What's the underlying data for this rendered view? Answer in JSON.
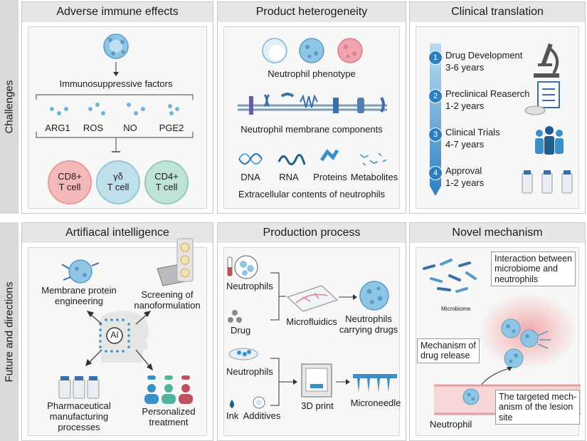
{
  "rows": {
    "challenges": "Challenges",
    "future": "Future and directions"
  },
  "adverse": {
    "title": "Adverse immune effects",
    "factors": "Immunosuppressive factors",
    "arg1": "ARG1",
    "ros": "ROS",
    "no": "NO",
    "pge2": "PGE2",
    "cd8_l1": "CD8+",
    "cd8_l2": "T cell",
    "gd_l1": "γδ",
    "gd_l2": "T cell",
    "cd4_l1": "CD4+",
    "cd4_l2": "T cell"
  },
  "hetero": {
    "title": "Product heterogeneity",
    "phenotype": "Neutrophil phenotype",
    "membrane": "Neutrophil membrane components",
    "dna": "DNA",
    "rna": "RNA",
    "proteins": "Proteins",
    "metabolites": "Metabolites",
    "extracellular": "Extracellular contents of neutrophils"
  },
  "clinical": {
    "title": "Clinical translation",
    "steps": [
      {
        "num": "1",
        "name": "Drug Development",
        "years": "3-6 years"
      },
      {
        "num": "2",
        "name": "Preclinical Reaserch",
        "years": "1-2 years"
      },
      {
        "num": "3",
        "name": "Clinical Trials",
        "years": "4-7 years"
      },
      {
        "num": "4",
        "name": "Approval",
        "years": "1-2 years"
      }
    ]
  },
  "ai": {
    "title": "Artifiacal intelligence",
    "membrane_l1": "Membrane protein",
    "membrane_l2": "engineering",
    "screening_l1": "Screening of",
    "screening_l2": "nanoformulation",
    "center": "AI",
    "pharma_l1": "Pharmaceutical",
    "pharma_l2": "manufacturing",
    "pharma_l3": "processes",
    "personal_l1": "Personalized",
    "personal_l2": "treatment"
  },
  "production": {
    "title": "Production process",
    "neutrophils_top": "Neutrophils",
    "drug": "Drug",
    "microfluidics": "Microfluidics",
    "carrying_l1": "Neutrophils",
    "carrying_l2": "carrying drugs",
    "neutrophils_bottom": "Neutrophils",
    "ink": "Ink",
    "additives": "Additives",
    "print": "3D print",
    "microneedle": "Microneedle"
  },
  "novel": {
    "title": "Novel  mechanism",
    "interaction_l1": "Interaction between",
    "interaction_l2": "microbiome and",
    "interaction_l3": "neutrophils",
    "microbiome": "Microbiome",
    "release_l1": "Mechanism of",
    "release_l2": "drug release",
    "targeted_l1": "The targeted mech-",
    "targeted_l2": "anism of the lesion",
    "targeted_l3": "site",
    "neutrophil": "Neutrophil"
  },
  "colors": {
    "neutrophil_blue": "#8fc6e6",
    "neutrophil_pink": "#f2a3ad",
    "cd8_fill": "#f5b8b8",
    "gd_fill": "#bfe0ea",
    "cd4_fill": "#bfe3d4",
    "timeline_blue": "#3b8fc9",
    "glow_red": "#f3a0a0"
  }
}
